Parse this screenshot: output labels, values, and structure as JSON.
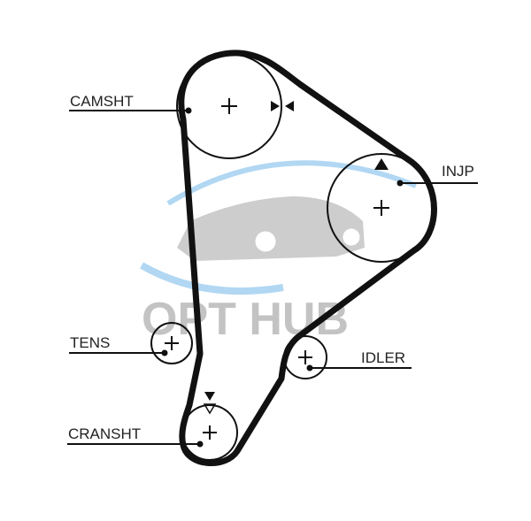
{
  "diagram": {
    "labels": {
      "camshaft": "CAMSHT",
      "injection_pump": "INJP",
      "tensioner": "TENS",
      "idler": "IDLER",
      "crankshaft": "CRANSHT"
    },
    "watermark": "OPT HUB",
    "colors": {
      "belt": "#111111",
      "watermark_gray": "#bdbdbd",
      "watermark_blue": "#a9d3f2"
    }
  }
}
